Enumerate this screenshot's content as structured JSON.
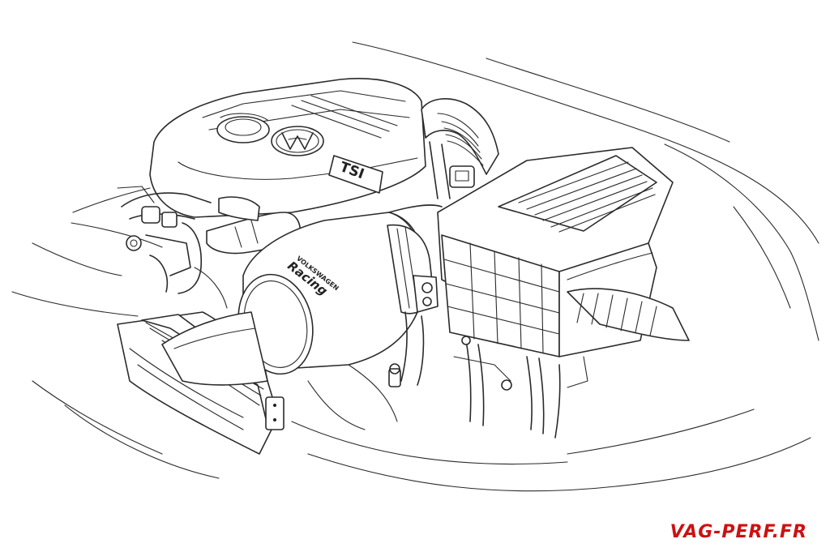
{
  "badges": {
    "engine_code": "TSI",
    "filter_brand_top": "VOLKSWAGEN",
    "filter_brand_bottom": "Racing"
  },
  "watermark": {
    "text": "VAG-PERF.FR",
    "color": "#cc1111"
  },
  "colors": {
    "line": "#2a2a2a",
    "background": "#ffffff"
  }
}
